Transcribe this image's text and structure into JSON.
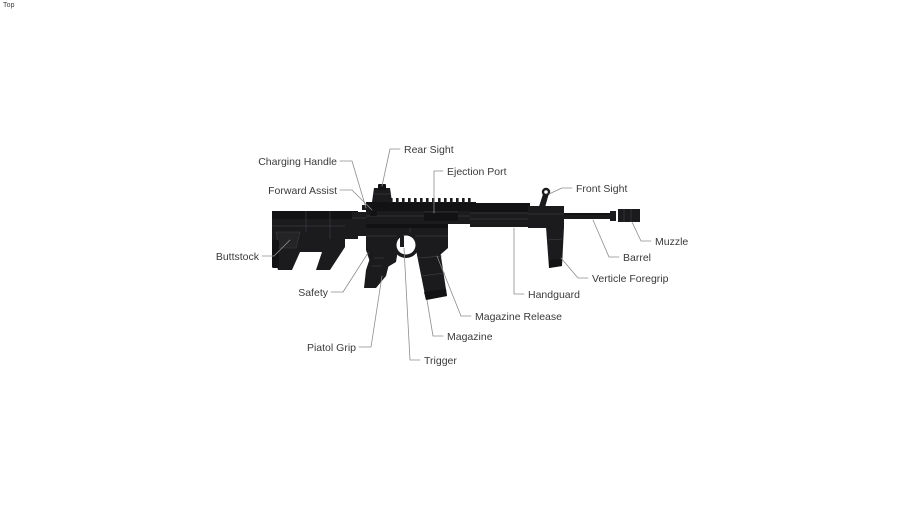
{
  "viewport": {
    "view_label": "Top",
    "background_color": "#ffffff"
  },
  "diagram": {
    "subject": "AR-15 style rifle parts diagram",
    "line_color": "#8d8d8d",
    "text_color": "#3a3a3a",
    "gun_color": "#1b1b1d",
    "labels": [
      {
        "id": "charging-handle",
        "text": "Charging Handle"
      },
      {
        "id": "rear-sight",
        "text": "Rear Sight"
      },
      {
        "id": "ejection-port",
        "text": "Ejection Port"
      },
      {
        "id": "forward-assist",
        "text": "Forward Assist"
      },
      {
        "id": "front-sight",
        "text": "Front Sight"
      },
      {
        "id": "buttstock",
        "text": "Buttstock"
      },
      {
        "id": "muzzle",
        "text": "Muzzle"
      },
      {
        "id": "barrel",
        "text": "Barrel"
      },
      {
        "id": "verticle-foregrip",
        "text": "Verticle Foregrip"
      },
      {
        "id": "safety",
        "text": "Safety"
      },
      {
        "id": "handguard",
        "text": "Handguard"
      },
      {
        "id": "magazine-release",
        "text": "Magazine Release"
      },
      {
        "id": "magazine",
        "text": "Magazine"
      },
      {
        "id": "piatol-grip",
        "text": "Piatol Grip"
      },
      {
        "id": "trigger",
        "text": "Trigger"
      }
    ]
  }
}
